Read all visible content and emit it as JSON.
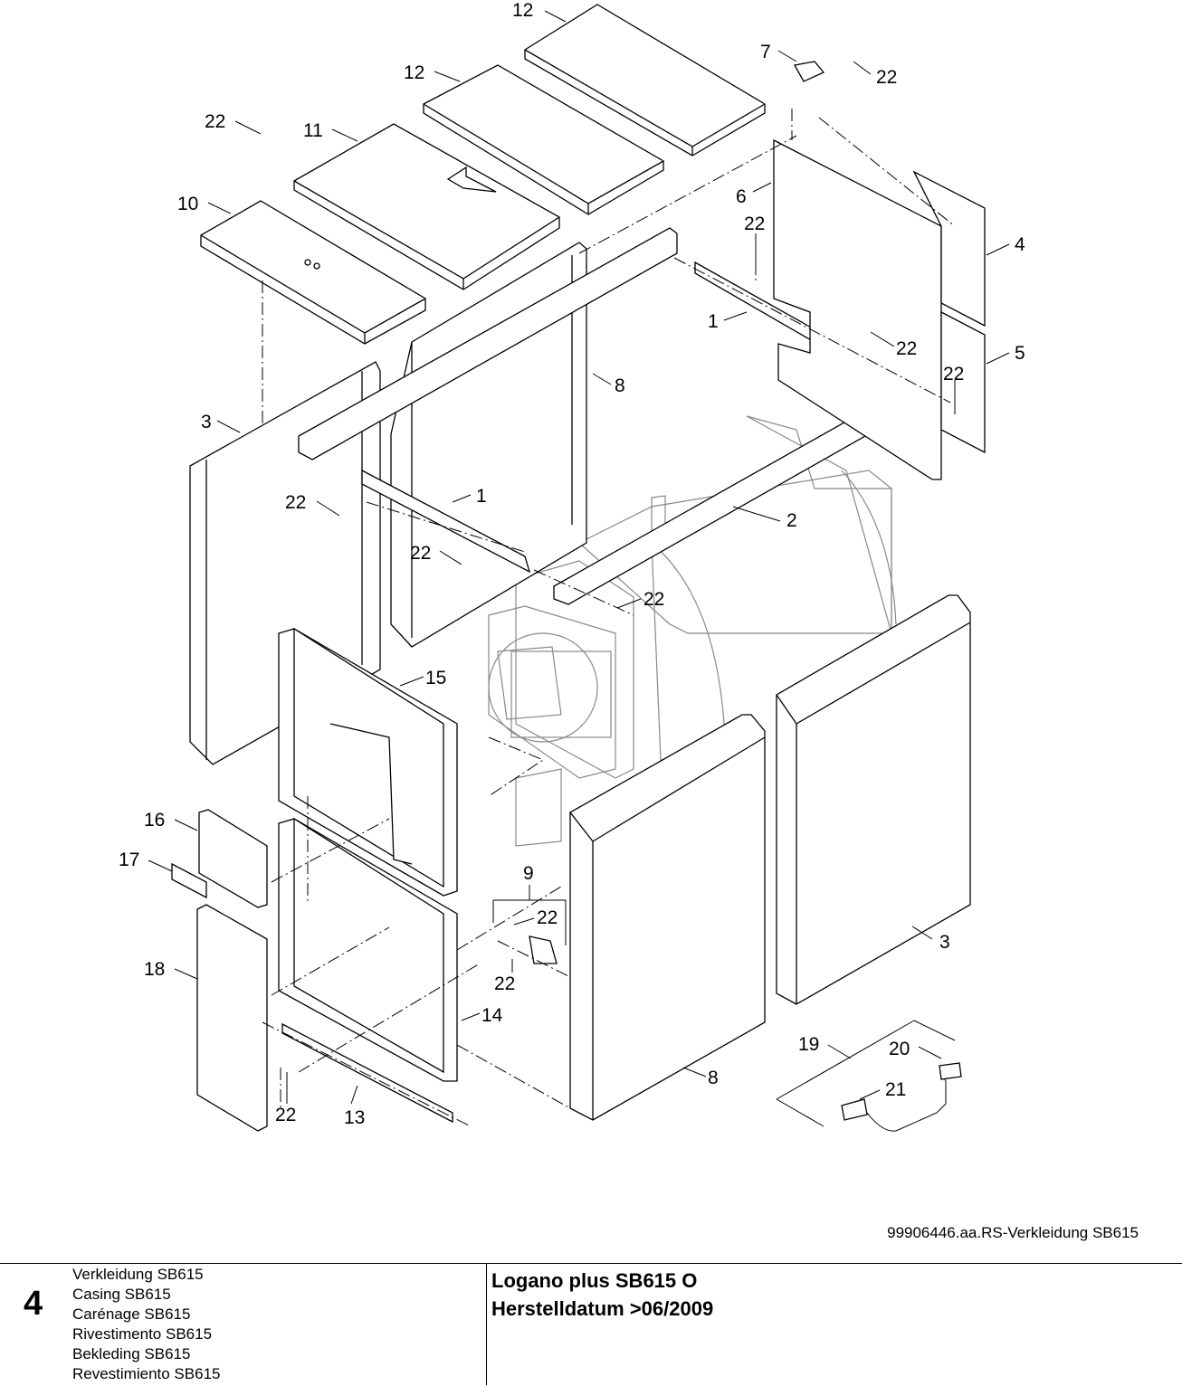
{
  "diagram": {
    "callouts": [
      {
        "label": "12"
      },
      {
        "label": "12"
      },
      {
        "label": "7"
      },
      {
        "label": "22"
      },
      {
        "label": "22"
      },
      {
        "label": "11"
      },
      {
        "label": "10"
      },
      {
        "label": "6"
      },
      {
        "label": "22"
      },
      {
        "label": "4"
      },
      {
        "label": "1"
      },
      {
        "label": "22"
      },
      {
        "label": "5"
      },
      {
        "label": "22"
      },
      {
        "label": "8"
      },
      {
        "label": "3"
      },
      {
        "label": "22"
      },
      {
        "label": "1"
      },
      {
        "label": "2"
      },
      {
        "label": "22"
      },
      {
        "label": "22"
      },
      {
        "label": "15"
      },
      {
        "label": "16"
      },
      {
        "label": "17"
      },
      {
        "label": "9"
      },
      {
        "label": "22"
      },
      {
        "label": "22"
      },
      {
        "label": "3"
      },
      {
        "label": "18"
      },
      {
        "label": "14"
      },
      {
        "label": "19"
      },
      {
        "label": "20"
      },
      {
        "label": "8"
      },
      {
        "label": "21"
      },
      {
        "label": "22"
      },
      {
        "label": "13"
      }
    ],
    "reference_code": "99906446.aa.RS-Verkleidung SB615"
  },
  "footer": {
    "page_number": "4",
    "titles": [
      "Verkleidung SB615",
      "Casing SB615",
      "Carénage SB615",
      "Rivestimento SB615",
      "Bekleding SB615",
      "Revestimiento SB615"
    ],
    "product_name": "Logano plus SB615 O",
    "manufacture_date": "Herstelldatum >06/2009"
  }
}
